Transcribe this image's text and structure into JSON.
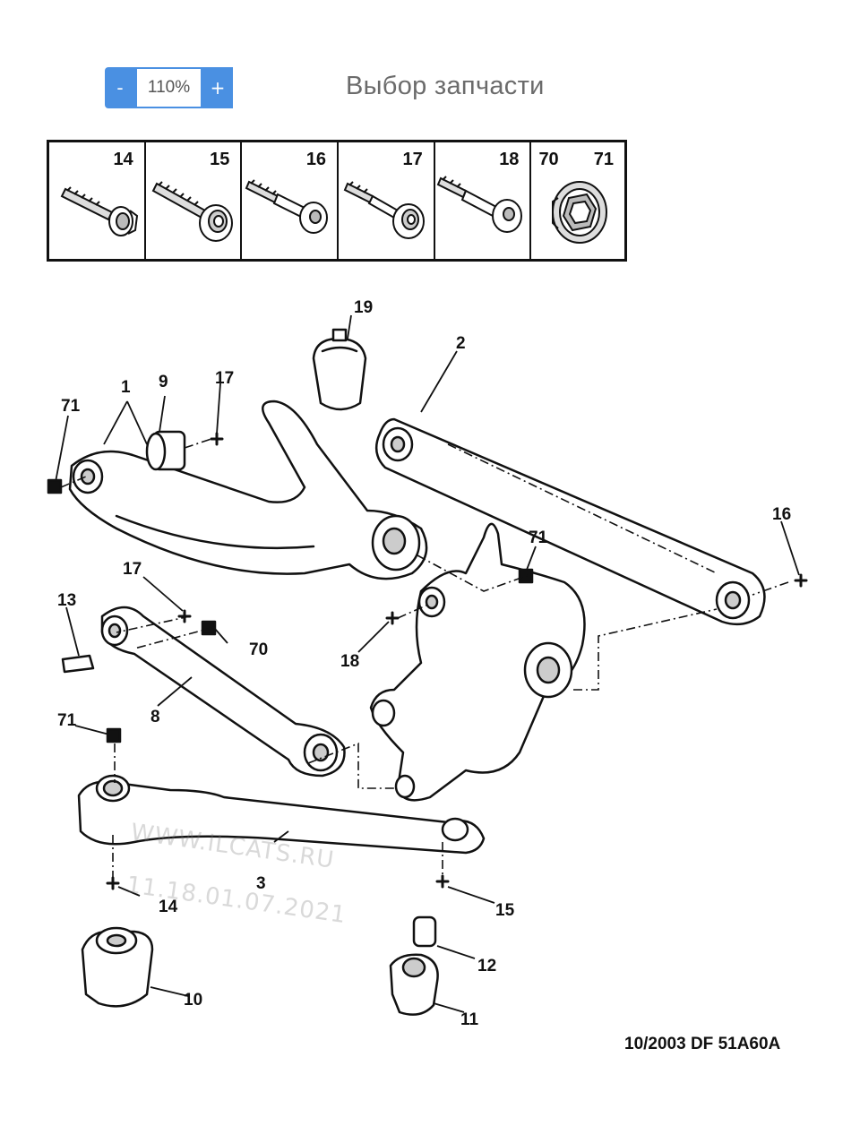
{
  "zoom": {
    "minus_label": "-",
    "value": "110%",
    "plus_label": "+"
  },
  "header": {
    "title": "Выбор запчасти"
  },
  "fasteners": [
    {
      "label": "14",
      "icon": "flange-bolt-icon"
    },
    {
      "label": "15",
      "icon": "bolt-with-washer-icon"
    },
    {
      "label": "16",
      "icon": "shouldered-bolt-icon"
    },
    {
      "label": "17",
      "icon": "bolt-with-washer-icon"
    },
    {
      "label": "18",
      "icon": "shouldered-bolt-icon"
    },
    {
      "label_left": "70",
      "label_right": "71",
      "icon": "hex-nut-icon"
    }
  ],
  "callouts": [
    {
      "id": "c19",
      "text": "19"
    },
    {
      "id": "c2",
      "text": "2"
    },
    {
      "id": "c1",
      "text": "1"
    },
    {
      "id": "c9",
      "text": "9"
    },
    {
      "id": "c17a",
      "text": "17"
    },
    {
      "id": "c71a",
      "text": "71"
    },
    {
      "id": "c16",
      "text": "16"
    },
    {
      "id": "c71b",
      "text": "71"
    },
    {
      "id": "c17b",
      "text": "17"
    },
    {
      "id": "c13",
      "text": "13"
    },
    {
      "id": "c70",
      "text": "70"
    },
    {
      "id": "c18",
      "text": "18"
    },
    {
      "id": "c8",
      "text": "8"
    },
    {
      "id": "c71c",
      "text": "71"
    },
    {
      "id": "c3",
      "text": "3"
    },
    {
      "id": "c14",
      "text": "14"
    },
    {
      "id": "c15",
      "text": "15"
    },
    {
      "id": "c12",
      "text": "12"
    },
    {
      "id": "c10",
      "text": "10"
    },
    {
      "id": "c11",
      "text": "11"
    }
  ],
  "watermark": {
    "line1": "WWW.ILCATS.RU",
    "line2": "11.18.01.07.2021"
  },
  "footer": {
    "code": "10/2003   DF 51A60A"
  }
}
